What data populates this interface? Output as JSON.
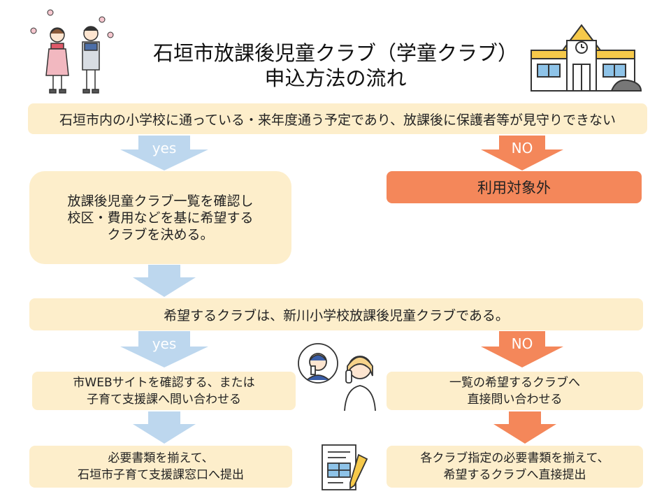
{
  "title": {
    "line1": "石垣市放課後児童クラブ（学童クラブ）",
    "line2": "申込方法の流れ"
  },
  "steps": {
    "q1": "石垣市内の小学校に通っている・来年度通う予定であり、放課後に保護者等が見守りできない",
    "q1_yes": "yes",
    "q1_no": "NO",
    "not_eligible": "利用対象外",
    "check_list": [
      "放課後児童クラブ一覧を確認し",
      "校区・費用などを基に希望する",
      "クラブを決める。"
    ],
    "q2": "希望するクラブは、新川小学校放課後児童クラブである。",
    "q2_yes": "yes",
    "q2_no": "NO",
    "yes_contact": [
      "市WEBサイトを確認する、または",
      "子育て支援課へ問い合わせる"
    ],
    "yes_submit": [
      "必要書類を揃えて、",
      "石垣市子育て支援課窓口へ提出"
    ],
    "no_contact": [
      "一覧の希望するクラブへ",
      "直接問い合わせる"
    ],
    "no_submit": [
      "各クラブ指定の必要書類を揃えて、",
      "希望するクラブへ直接提出"
    ]
  },
  "colors": {
    "yellow_box": "#fdeecb",
    "orange_box": "#f4875a",
    "blue_arrow": "#bdd7ee",
    "orange_arrow": "#f4875a"
  },
  "icons": [
    "children-illustration",
    "school-building-illustration",
    "phone-call-illustration",
    "document-pen-illustration"
  ]
}
